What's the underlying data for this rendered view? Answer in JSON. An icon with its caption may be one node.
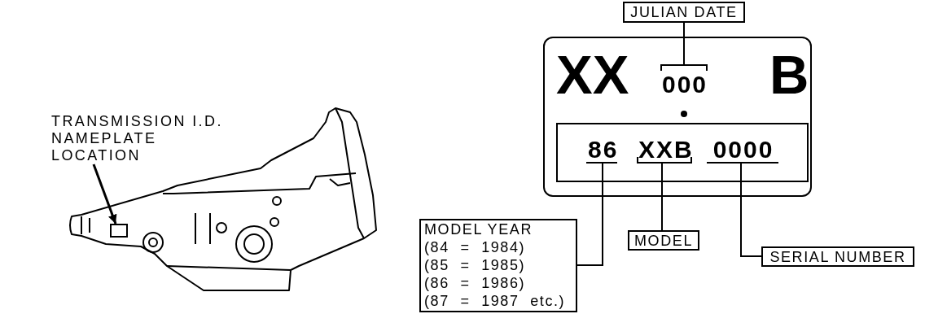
{
  "diagram": {
    "nodes": [
      {
        "text": [
          "TRANSMISSION I.D. NAMEPLATE LOCATION"
        ]
      },
      {
        "text": [],
        "shape": "box"
      },
      {
        "text": [
          "JULIAN DATE"
        ]
      },
      {
        "text": [
          "XX",
          "B"
        ]
      },
      {
        "text": [
          "000"
        ],
        "in": 3
      },
      {
        "text": [],
        "shape": "box",
        "in": 3
      },
      {
        "text": [
          "86"
        ],
        "in": 5
      },
      {
        "text": [
          "XXB"
        ],
        "in": 5
      },
      {
        "text": [
          "0000"
        ],
        "in": 5
      },
      {
        "text": [
          "MODEL YEAR",
          "(84 = 1984)",
          "(85 = 1985)",
          "(86 = 1986)",
          "(87 = 1987 etc.)"
        ]
      },
      {
        "text": [
          "MODEL"
        ]
      },
      {
        "text": [
          "SERIAL NUMBER"
        ]
      }
    ],
    "edges": [
      {
        "from": 0,
        "to": 1,
        "arrow": "to"
      },
      {
        "from": 2,
        "to": 4,
        "arrow": "none"
      },
      {
        "from": 9,
        "to": 6,
        "arrow": "none"
      },
      {
        "from": 10,
        "to": 7,
        "arrow": "none"
      },
      {
        "from": 11,
        "to": 8,
        "arrow": "none"
      }
    ]
  }
}
